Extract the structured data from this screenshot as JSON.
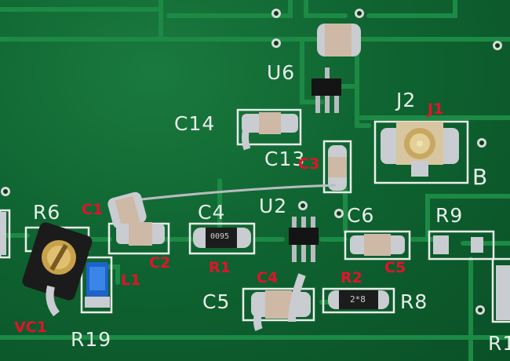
{
  "silkscreen": {
    "u6": "U6",
    "j2": "J2",
    "c14": "C14",
    "c13": "C13",
    "b": "B",
    "r6": "R6",
    "c4": "C4",
    "u2": "U2",
    "c6": "C6",
    "r9": "R9",
    "c5": "C5",
    "r8": "R8",
    "r19": "R19",
    "r1_edge": "R1"
  },
  "annotations": {
    "j1": "J1",
    "c3": "C3",
    "c1": "C1",
    "c2": "C2",
    "r1": "R1",
    "l1": "L1",
    "c4": "C4",
    "r2": "R2",
    "c5": "C5",
    "vc1": "VC1"
  },
  "component_markings": {
    "resistor_r1": "0095",
    "resistor_r2": "2*8"
  },
  "colors": {
    "board": "#0f6431",
    "trace": "#1c8a44",
    "silkscreen": "#e8efe8",
    "annotation": "#e0142a",
    "solder": "#c9ccd0",
    "capacitor": "#cdb9a5",
    "ic": "#141414"
  }
}
